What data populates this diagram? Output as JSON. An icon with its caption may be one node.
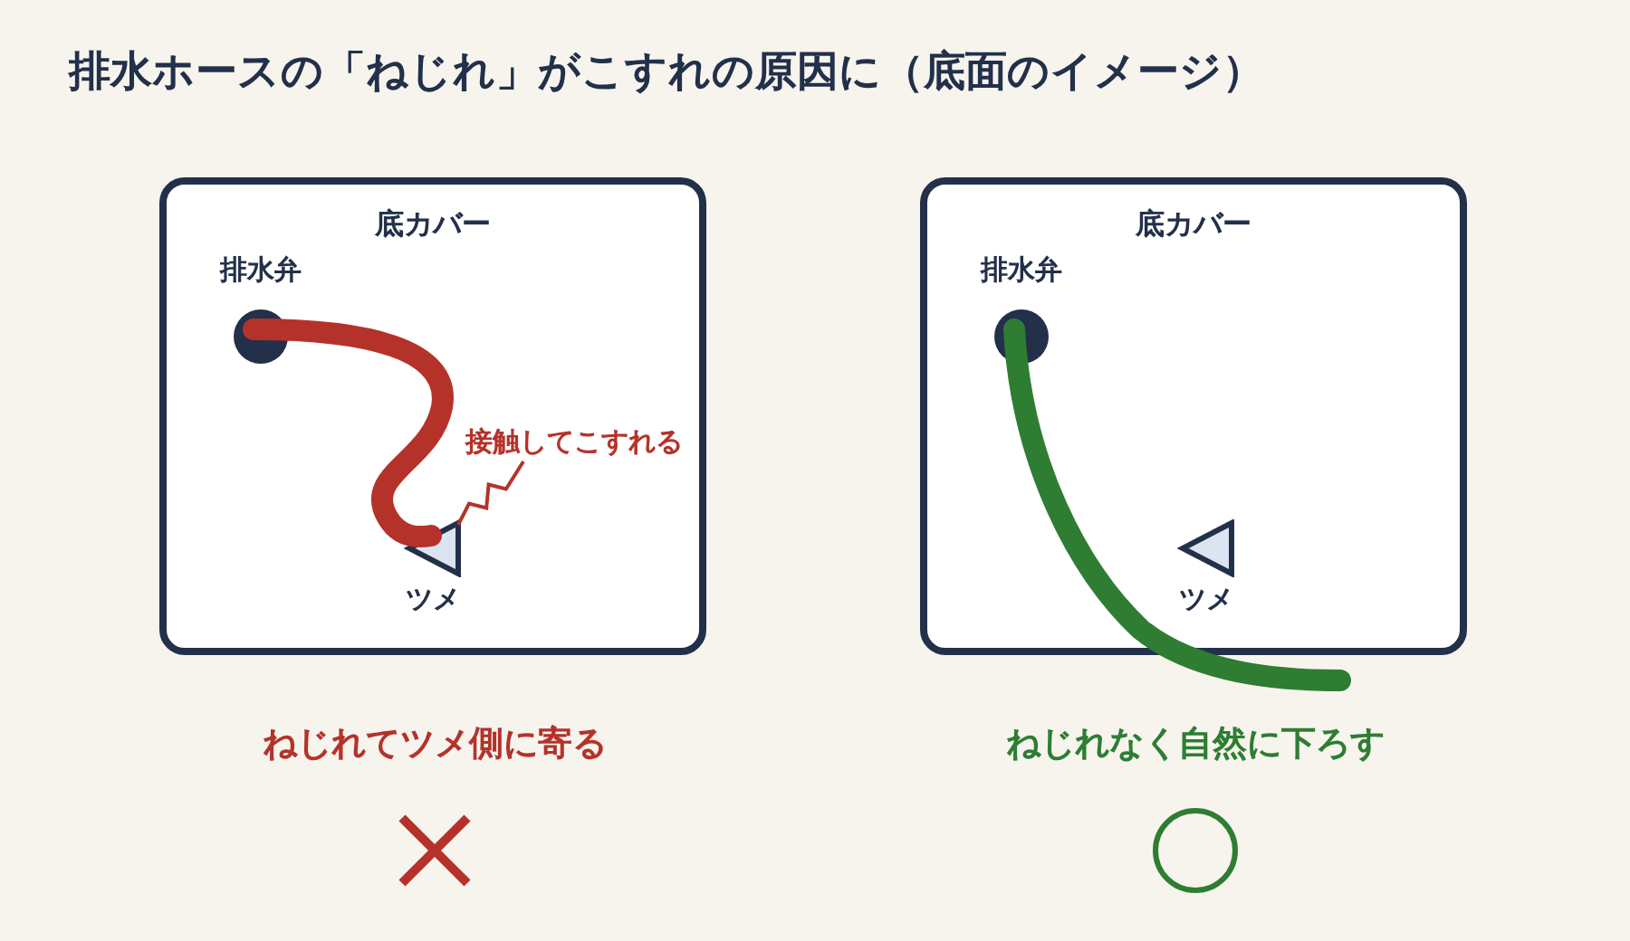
{
  "diagram": {
    "title": "排水ホースの「ねじれ」がこすれの原因に（底面のイメージ）",
    "nodes": [
      {
        "text": [
          "底カバー"
        ]
      },
      {
        "text": [
          "排水弁"
        ],
        "in": 0
      },
      {
        "text": [
          "ツメ"
        ],
        "in": 0
      },
      {
        "text": [
          "接触してこすれる"
        ],
        "in": 0
      },
      {
        "text": [
          "底カバー"
        ]
      },
      {
        "text": [
          "排水弁"
        ],
        "in": 4
      },
      {
        "text": [
          "ツメ"
        ],
        "in": 4
      }
    ],
    "edges": [
      {
        "from": 3,
        "to": 2,
        "arrow": "none"
      }
    ],
    "labels": [
      "ねじれてツメ側に寄る",
      "ねじれなく自然に下ろす"
    ]
  }
}
